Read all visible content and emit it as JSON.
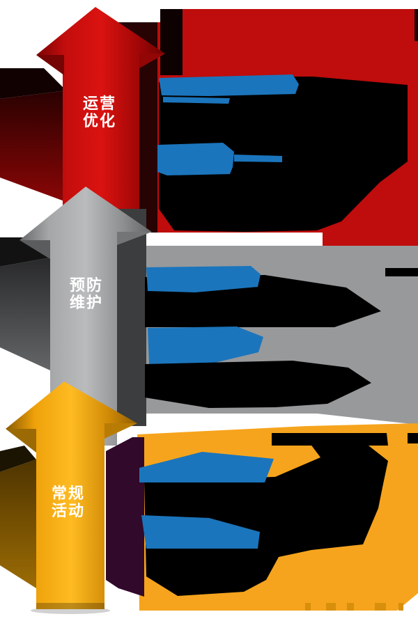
{
  "diagram": {
    "type": "three-tier-3d-arrow-process",
    "sections": [
      {
        "id": "operation-optimization",
        "label_line1": "运营",
        "label_line2": "优化",
        "panel_color": "#bf0c0c",
        "accent_color": "#270303"
      },
      {
        "id": "preventive-maintenance",
        "label_line1": "预防",
        "label_line2": "维护",
        "panel_color": "#98999b",
        "accent_color": "#3b3d3f"
      },
      {
        "id": "routine-activities",
        "label_line1": "常规",
        "label_line2": "活动",
        "panel_color": "#f6a41d",
        "accent_color": "#31092b"
      }
    ],
    "colors": {
      "heading_highlight": "#1b75bc",
      "body_text_block": "#000000",
      "label_text": "#ffffff"
    }
  }
}
